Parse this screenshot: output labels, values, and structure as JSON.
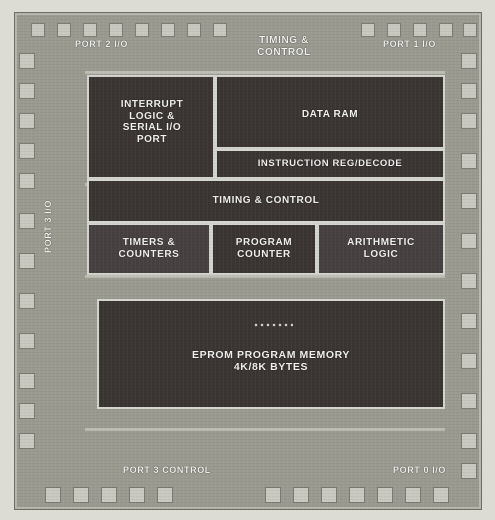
{
  "labels": {
    "port_2_io": "PORT 2 I/O",
    "timing_control_top": "TIMING &\nCONTROL",
    "port_1_io": "PORT 1 I/O",
    "interrupt_logic": "INTERRUPT\nLOGIC &\nSERIAL I/O\nPORT",
    "data_ram": "DATA RAM",
    "instruction_reg": "INSTRUCTION REG/DECODE",
    "timing_control_mid": "TIMING & CONTROL",
    "timers_counters": "TIMERS &\nCOUNTERS",
    "program_counter": "PROGRAM\nCOUNTER",
    "arithmetic_logic": "ARITHMETIC\nLOGIC",
    "eprom_memory": "EPROM PROGRAM MEMORY\n4K/8K BYTES",
    "port_3_control": "PORT 3 CONTROL",
    "port_0_io": "PORT 0 I/O",
    "left_side": "PORT 3 I/O"
  },
  "colors": {
    "die_background": "#9a9a90",
    "block_dark": "#3a3432",
    "label_text": "#f4f4f2"
  }
}
